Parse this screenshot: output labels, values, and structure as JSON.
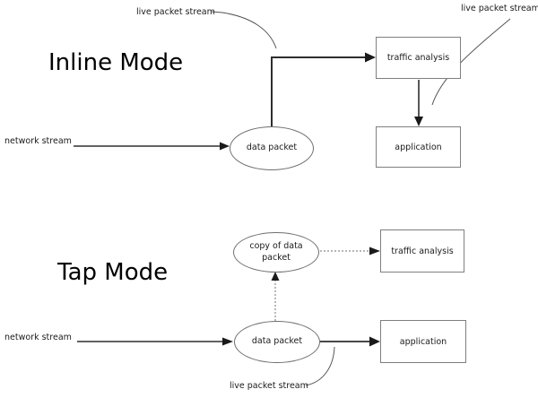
{
  "inline_mode": {
    "title": "Inline Mode",
    "live_packet_stream_top_left": "live packet stream",
    "live_packet_stream_top_right": "live packet stream",
    "network_stream": "network stream",
    "data_packet": "data packet",
    "traffic_analysis": "traffic analysis",
    "application": "application"
  },
  "tap_mode": {
    "title": "Tap Mode",
    "network_stream": "network stream",
    "data_packet": "data packet",
    "copy_of_data_packet": "copy of data packet",
    "traffic_analysis": "traffic analysis",
    "application": "application",
    "live_packet_stream_bottom": "live packet stream"
  },
  "colors": {
    "background": "#ffffff",
    "flow_line": "#2e2e2e",
    "box_border": "#7f7f7f",
    "ellipse_border": "#6e6e6e",
    "pointer_curve": "#555555",
    "dotted_line": "#8a8a8a",
    "text": "#000000"
  }
}
